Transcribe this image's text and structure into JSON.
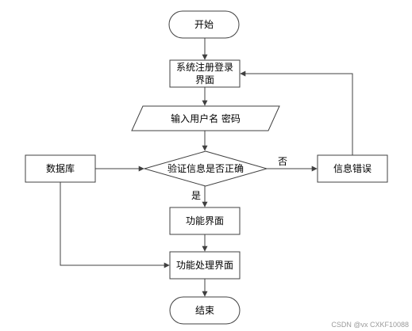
{
  "diagram": {
    "nodes": {
      "start": "开始",
      "register_login": "系统注册登录\n界面",
      "input_credentials": "输入用户名 密码",
      "database": "数据库",
      "verify": "验证信息是否正确",
      "info_error": "信息错误",
      "function_ui": "功能界面",
      "function_processing_ui": "功能处理界面",
      "end": "结束"
    },
    "edges": {
      "no": "否",
      "yes": "是"
    }
  },
  "watermark": "CSDN @vx  CXKF10088",
  "colors": {
    "node_fill": "#ffffff",
    "stroke": "#404040",
    "text": "#000000"
  }
}
